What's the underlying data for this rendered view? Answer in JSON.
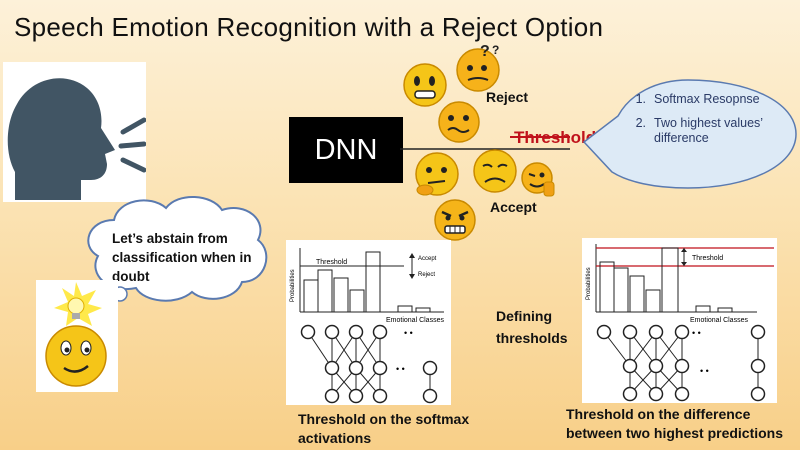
{
  "title": "Speech Emotion Recognition with a Reject Option",
  "dnn_label": "DNN",
  "threshold_label": "Threshold",
  "reject_label": "Reject",
  "accept_label": "Accept",
  "criteria": [
    {
      "num": "1.",
      "text": "Softmax Resopnse"
    },
    {
      "num": "2.",
      "text": "Two highest values’ difference"
    }
  ],
  "cloud_text": "Let’s abstain from classification when in doubt",
  "defining_text": "Defining thresholds",
  "left_diagram": {
    "threshold": "Threshold",
    "accept": "Accept",
    "reject": "Reject",
    "ylabel": "Probabilities",
    "xlabel": "Emotional Classes",
    "dots": "• •",
    "caption": "Threshold on the softmax activations"
  },
  "right_diagram": {
    "threshold": "Threshold",
    "ylabel": "Probabilities",
    "xlabel": "Emotional Classes",
    "dots": "• •",
    "caption": "Threshold on the difference between two highest predictions"
  },
  "colors": {
    "threshold_red": "#c0121b",
    "background_top": "#fdf1d9",
    "background_bottom": "#f8cf88",
    "bubble_text": "#2a3a66"
  }
}
